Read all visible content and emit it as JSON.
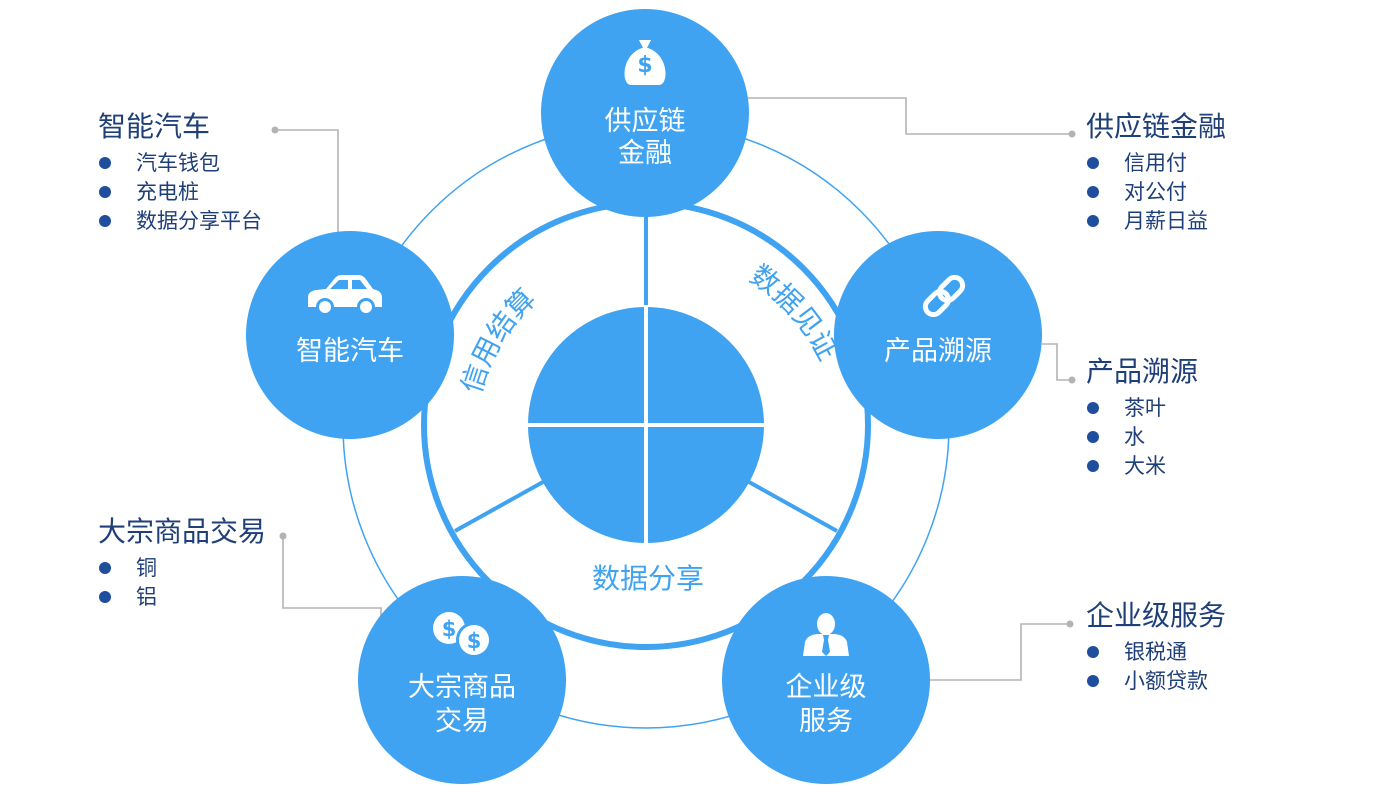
{
  "center": {
    "segments": [
      "信用结算",
      "数据见证",
      "数据分享"
    ]
  },
  "nodes": {
    "supply_chain": {
      "line1": "供应链",
      "line2": "金融",
      "icon": "money-bag-icon"
    },
    "traceability": {
      "line1": "产品溯源",
      "icon": "chain-link-icon"
    },
    "enterprise": {
      "line1": "企业级",
      "line2": "服务",
      "icon": "business-person-icon"
    },
    "commodity": {
      "line1": "大宗商品",
      "line2": "交易",
      "icon": "coins-icon"
    },
    "smart_car": {
      "line1": "智能汽车",
      "icon": "car-icon"
    }
  },
  "side_lists": {
    "smart_car": {
      "title": "智能汽车",
      "items": [
        "汽车钱包",
        "充电桩",
        "数据分享平台"
      ]
    },
    "supply_chain": {
      "title": "供应链金融",
      "items": [
        "信用付",
        "对公付",
        "月薪日益"
      ]
    },
    "traceability": {
      "title": "产品溯源",
      "items": [
        "茶叶",
        "水",
        "大米"
      ]
    },
    "commodity": {
      "title": "大宗商品交易",
      "items": [
        "铜",
        "铝"
      ]
    },
    "enterprise": {
      "title": "企业级服务",
      "items": [
        "银税通",
        "小额贷款"
      ]
    }
  },
  "colors": {
    "node_blue": "#3fa3f2",
    "text_navy": "#1f3f78",
    "bullet": "#1e4e9c",
    "connector_gray": "#b3b3b3"
  }
}
